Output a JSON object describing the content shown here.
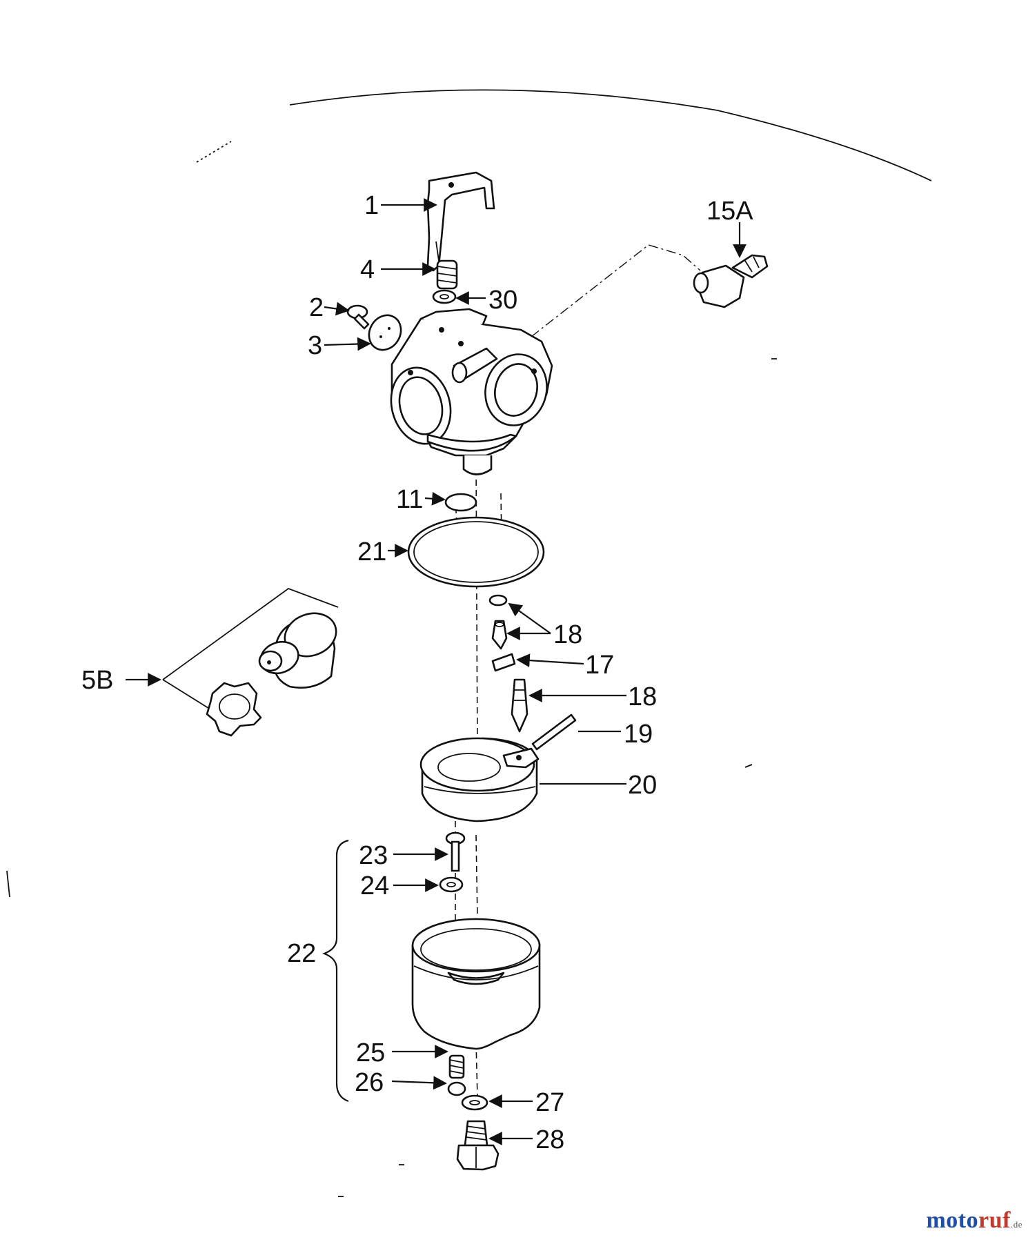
{
  "labels": {
    "p1": "1",
    "p2": "2",
    "p3": "3",
    "p4": "4",
    "p30": "30",
    "p15a": "15A",
    "p11": "11",
    "p21": "21",
    "p18a": "18",
    "p17": "17",
    "p18b": "18",
    "p19": "19",
    "p20": "20",
    "p5b": "5B",
    "p23": "23",
    "p24": "24",
    "p22": "22",
    "p25": "25",
    "p26": "26",
    "p27": "27",
    "p28": "28"
  },
  "watermark": {
    "part_a": "moto",
    "part_b": "ruf",
    "part_c": ".de"
  },
  "colors": {
    "ink": "#111111",
    "watermark_blue": "#1f4fa8",
    "watermark_red": "#c0392b"
  }
}
